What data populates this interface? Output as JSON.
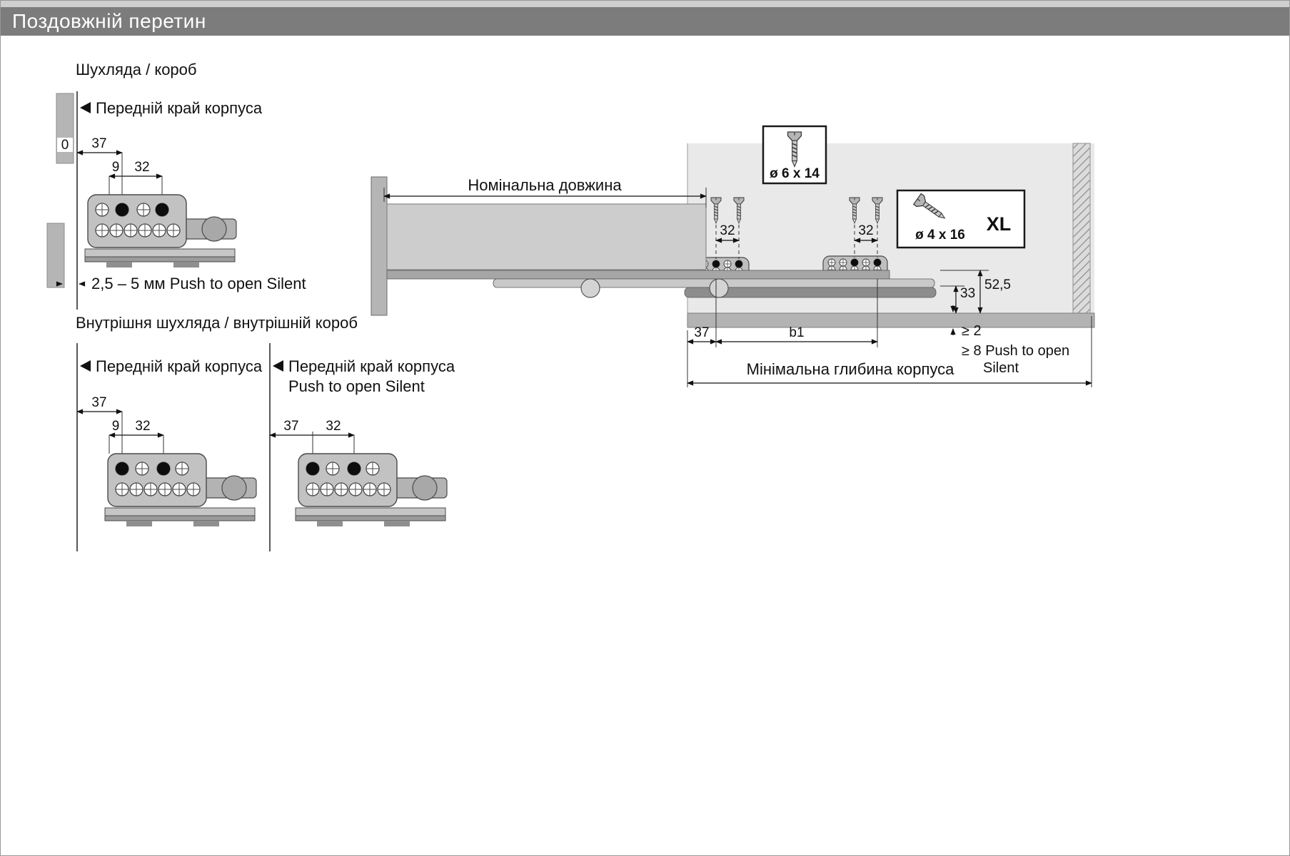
{
  "colors": {
    "title_bar_bg": "#7c7c7c",
    "title_text": "#ffffff",
    "cabinet_fill": "#e9e9e9",
    "panel_gray": "#b5b5b5",
    "bracket_gray": "#c2c2c2",
    "rail_dark": "#8d8d8d",
    "line": "#111111"
  },
  "title_bar": {
    "title": "Поздовжній перетин"
  },
  "drawer_section": {
    "heading": "Шухляда / короб",
    "front_edge_label": "Передній край корпуса",
    "dim_zero": "0",
    "dim_37": "37",
    "dim_9": "9",
    "dim_32": "32",
    "gap_note": "2,5 – 5 мм Push to open Silent"
  },
  "inner_section": {
    "heading": "Внутрішня шухляда / внутрішній короб",
    "left": {
      "front_edge_label": "Передній край корпуса",
      "dim_37": "37",
      "dim_9": "9",
      "dim_32": "32"
    },
    "right": {
      "front_edge_label": "Передній край корпуса",
      "front_edge_label_2": "Push to open Silent",
      "dim_37": "37",
      "dim_32": "32"
    }
  },
  "side_view": {
    "nominal_length_label": "Номінальна довжина",
    "screw_box_small": {
      "label": "ø 6 x 14"
    },
    "screw_box_large": {
      "label": "ø 4 x 16",
      "badge": "XL"
    },
    "dim_32_front": "32",
    "dim_32_rear": "32",
    "dim_37": "37",
    "dim_b1": "b1",
    "dim_33": "33",
    "dim_52_5": "52,5",
    "clearance_min": "≥ 2",
    "clearance_push": "≥ 8 Push to open",
    "clearance_push_2": "Silent",
    "min_depth_label": "Мінімальна глибина корпуса"
  }
}
